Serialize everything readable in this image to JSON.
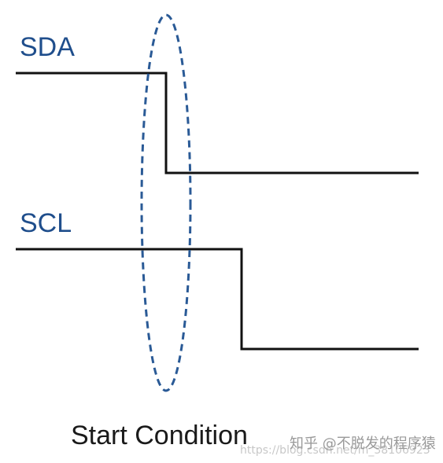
{
  "signals": {
    "sda": {
      "label": "SDA"
    },
    "scl": {
      "label": "SCL"
    }
  },
  "caption": "Start Condition",
  "watermark": {
    "main": "知乎 @不脱发的程序猿",
    "url": "https://blog.csdn.net/m_38106923"
  },
  "colors": {
    "label": "#1f4e8c",
    "waveform": "#111111",
    "highlight": "#2a5a96",
    "caption": "#1a1a1a",
    "watermark": "#9a9a9a"
  }
}
